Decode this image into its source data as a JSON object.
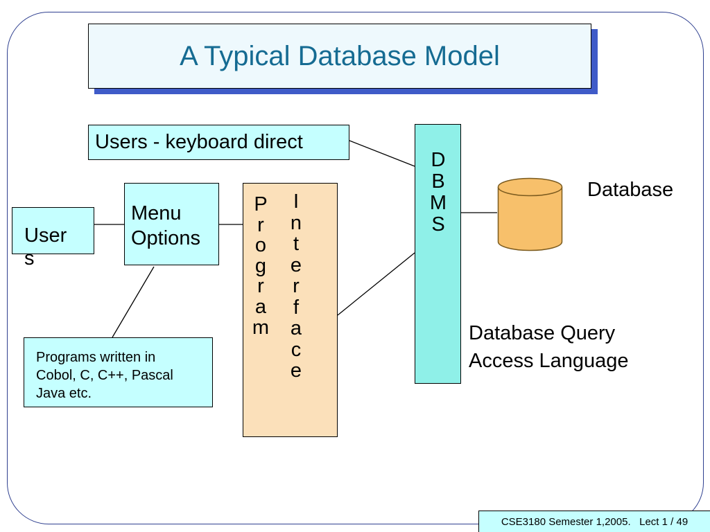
{
  "slide": {
    "title": "A Typical Database Model"
  },
  "diagram": {
    "users_direct_label": "Users - keyboard direct",
    "users_label": "User\ns",
    "menu_label": "Menu\nOptions",
    "programs_label": "Programs written in\nCobol, C, C++, Pascal\nJava  etc.",
    "program_letters": [
      "P",
      "r",
      "o",
      "g",
      "r",
      "a",
      "m"
    ],
    "interface_letters": [
      "I",
      "n",
      "t",
      "e",
      "r",
      "f",
      "a",
      "c",
      "e"
    ],
    "dbms_letters": [
      "D",
      "B",
      "M",
      "S"
    ],
    "database_label": "Database",
    "query_language_label": "Database Query\nAccess Language"
  },
  "footer": {
    "text": "CSE3180 Semester 1,2005.   Lect 1 / 49"
  },
  "colors": {
    "title_text": "#156b92",
    "title_fill": "#eef9fd",
    "title_shadow": "#3f5bc8",
    "box_fill_cyan": "#c5ffff",
    "dbms_fill": "#8ff0e8",
    "interface_fill": "#fbe0ba",
    "cylinder_fill": "#f7c06b",
    "frame_border": "#2e3f8f"
  }
}
